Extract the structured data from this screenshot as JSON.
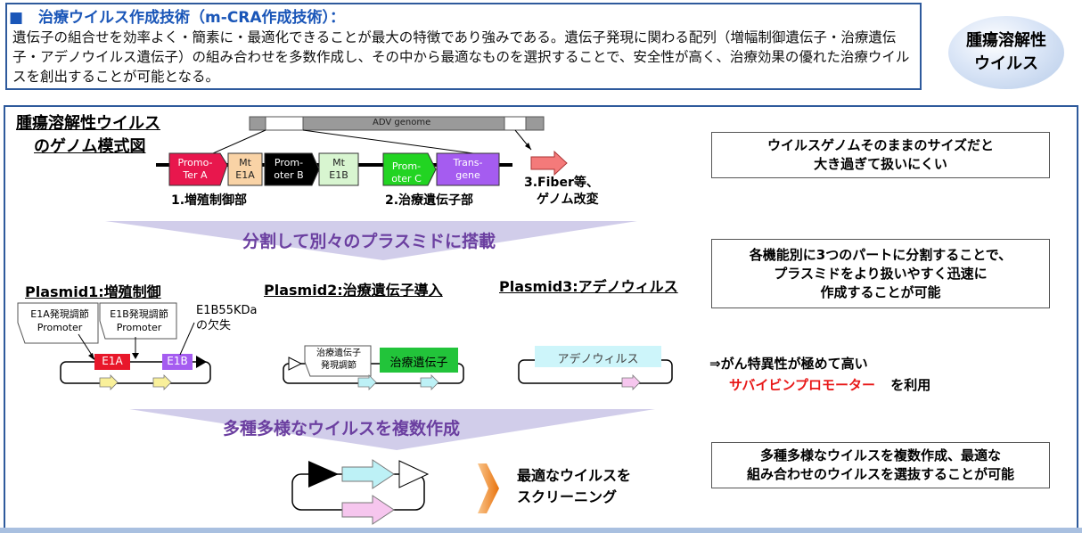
{
  "header": {
    "title": "■　治療ウイルス作成技術（m-CRA作成技術）：",
    "description": "遺伝子の組合せを効率よく・簡素に・最適化できることが最大の特徴であり強みである。遺伝子発現に関わる配列（増幅制御遺伝子・治療遺伝子・アデノウイルス遺伝子）の組み合わせを多数作成し、その中から最適なものを選択することで、安全性が高く、治療効果の優れた治療ウイルスを創出することが可能となる。"
  },
  "oval": {
    "line1": "腫瘍溶解性",
    "line2": "ウイルス"
  },
  "genome": {
    "title_line1": "腫瘍溶解性ウイルス",
    "title_line2": "のゲノム模式図",
    "adv_label": "ADV genome",
    "elements": [
      {
        "line1": "Promo-",
        "line2": "Ter A",
        "color": "#e8174d"
      },
      {
        "line1": "Mt",
        "line2": "E1A",
        "color": "#f9d3a6"
      },
      {
        "line1": "Prom-",
        "line2": "oter B",
        "color": "#000000"
      },
      {
        "line1": "Mt",
        "line2": "E1B",
        "color": "#d8f5d0"
      },
      {
        "line1": "Prom-",
        "line2": "oter C",
        "color": "#22d422"
      },
      {
        "line1": "Trans-",
        "line2": "gene",
        "color": "#a55cf0"
      }
    ],
    "label_1": "1.増殖制御部",
    "label_2": "2.治療遺伝子部",
    "label_3_line1": "3.Fiber等、",
    "label_3_line2": "ゲノム改変"
  },
  "notes": {
    "note1_line1": "ウイルスゲノムそのままのサイズだと",
    "note1_line2": "大き過ぎて扱いにくい",
    "note2_line1": "各機能別に3つのパートに分割することで、",
    "note2_line2": "プラスミドをより扱いやすく迅速に",
    "note2_line3": "作成することが可能",
    "note3_line1": "⇒がん特異性が極めて高い",
    "note3_red": "サバイビンプロモーター",
    "note3_tail": "を利用",
    "note4_line1": "多種多様なウイルスを複数作成、最適な",
    "note4_line2": "組み合わせのウイルスを選抜することが可能"
  },
  "banners": {
    "split": "分割して別々のプラスミドに搭載",
    "multi": "多種多様なウイルスを複数作成"
  },
  "plasmids": {
    "p1_title": "Plasmid1:増殖制御",
    "p2_title": "Plasmid2:治療遺伝子導入",
    "p3_title": "Plasmid3:アデノウィルス",
    "p1_callout1_line1": "E1A発現調節",
    "p1_callout1_line2": "Promoter",
    "p1_callout2_line1": "E1B発現調節",
    "p1_callout2_line2": "Promoter",
    "p1_note_line1": "E1B55KDa",
    "p1_note_line2": "の欠失",
    "p1_e1a": "E1A",
    "p1_e1b": "E1B",
    "p2_callout_line1": "治療遺伝子",
    "p2_callout_line2": "発現調節",
    "p2_gene": "治療遺伝子",
    "p3_label": "アデノウィルス"
  },
  "screening": {
    "line1": "最適なウイルスを",
    "line2": "スクリーニング"
  }
}
